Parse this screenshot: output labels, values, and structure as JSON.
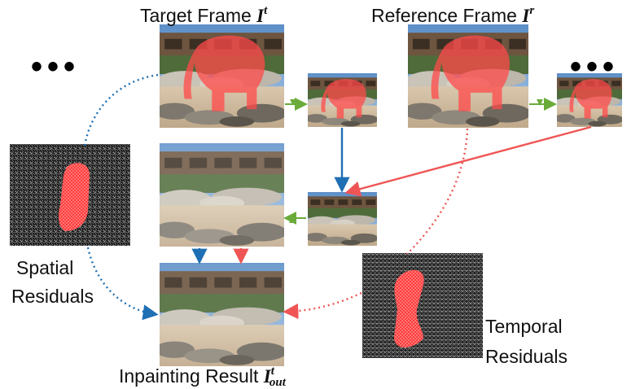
{
  "labels": {
    "target_frame": "Target Frame",
    "target_symbol": "I",
    "target_sup": "t",
    "reference_frame": "Reference Frame",
    "reference_symbol": "I",
    "reference_sup": "r",
    "spatial_residuals_line1": "Spatial",
    "spatial_residuals_line2": "Residuals",
    "temporal_residuals_line1": "Temporal",
    "temporal_residuals_line2": "Residuals",
    "inpainting_result": "Inpainting Result",
    "result_symbol": "I",
    "result_sup": "t",
    "result_sub": "out"
  },
  "ellipsis": "•••",
  "colors": {
    "blue_arrow": "#1f6fb4",
    "red_arrow": "#ef5555",
    "green_arrow": "#6aab3a",
    "mask": "#ff3b3b"
  }
}
